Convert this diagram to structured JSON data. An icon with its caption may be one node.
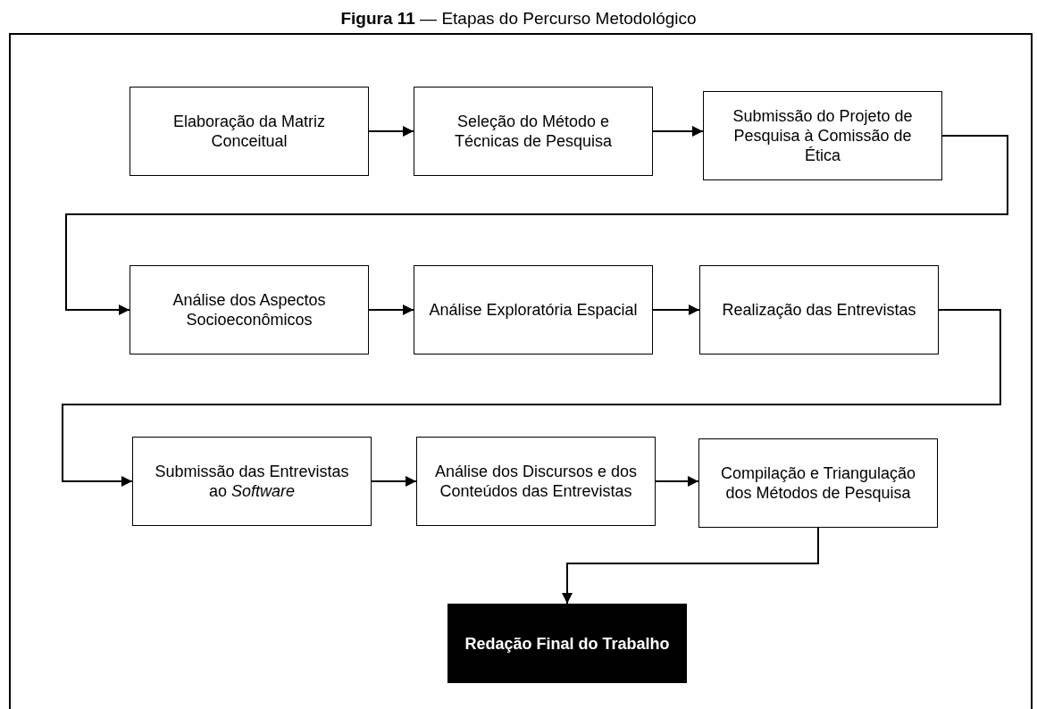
{
  "diagram": {
    "title": "**Figura 11** — Etapas do Percurso Metodológico",
    "nodes": [
      {
        "text": [
          "Elaboração da Matriz Conceitual"
        ]
      },
      {
        "text": [
          "Seleção do Método e Técnicas de Pesquisa"
        ]
      },
      {
        "text": [
          "Submissão do Projeto de Pesquisa à Comissão de Ética"
        ]
      },
      {
        "text": [
          "Análise dos Aspectos Socioeconômicos"
        ]
      },
      {
        "text": [
          "Análise Exploratória Espacial"
        ]
      },
      {
        "text": [
          "Realização das Entrevistas"
        ]
      },
      {
        "text": [
          "Submissão das Entrevistas ao *Software*"
        ]
      },
      {
        "text": [
          "Análise dos Discursos e dos Conteúdos das Entrevistas"
        ]
      },
      {
        "text": [
          "Compilação e Triangulação dos Métodos de Pesquisa"
        ]
      },
      {
        "text": [
          "Redação Final do Trabalho"
        ]
      }
    ],
    "edges": [
      {
        "from": 0,
        "to": 1,
        "arrow": "to"
      },
      {
        "from": 1,
        "to": 2,
        "arrow": "to"
      },
      {
        "from": 2,
        "to": 3,
        "arrow": "to"
      },
      {
        "from": 3,
        "to": 4,
        "arrow": "to"
      },
      {
        "from": 4,
        "to": 5,
        "arrow": "to"
      },
      {
        "from": 5,
        "to": 6,
        "arrow": "to"
      },
      {
        "from": 6,
        "to": 7,
        "arrow": "to"
      },
      {
        "from": 7,
        "to": 8,
        "arrow": "to"
      },
      {
        "from": 8,
        "to": 9,
        "arrow": "to"
      }
    ]
  }
}
